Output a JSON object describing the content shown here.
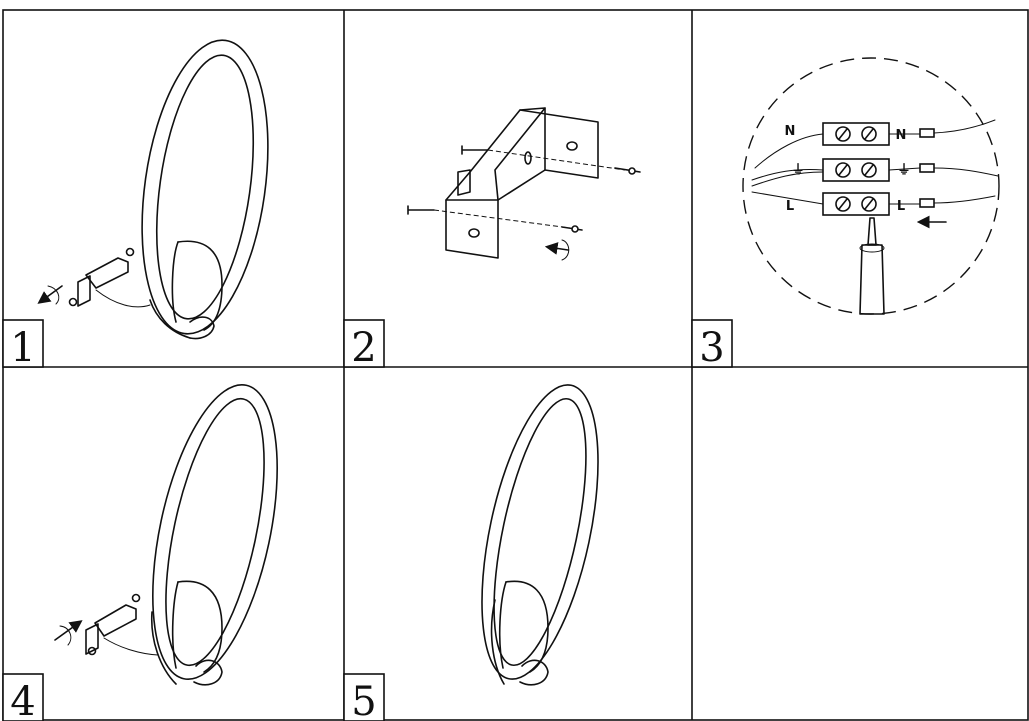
{
  "panels": [
    {
      "step": "1"
    },
    {
      "step": "2"
    },
    {
      "step": "3"
    },
    {
      "step": "4"
    },
    {
      "step": "5"
    },
    {
      "step": ""
    }
  ],
  "terminal_block": {
    "left_labels": [
      "N",
      "⏚",
      "L"
    ],
    "right_labels": [
      "N",
      "⏚",
      "L"
    ]
  }
}
